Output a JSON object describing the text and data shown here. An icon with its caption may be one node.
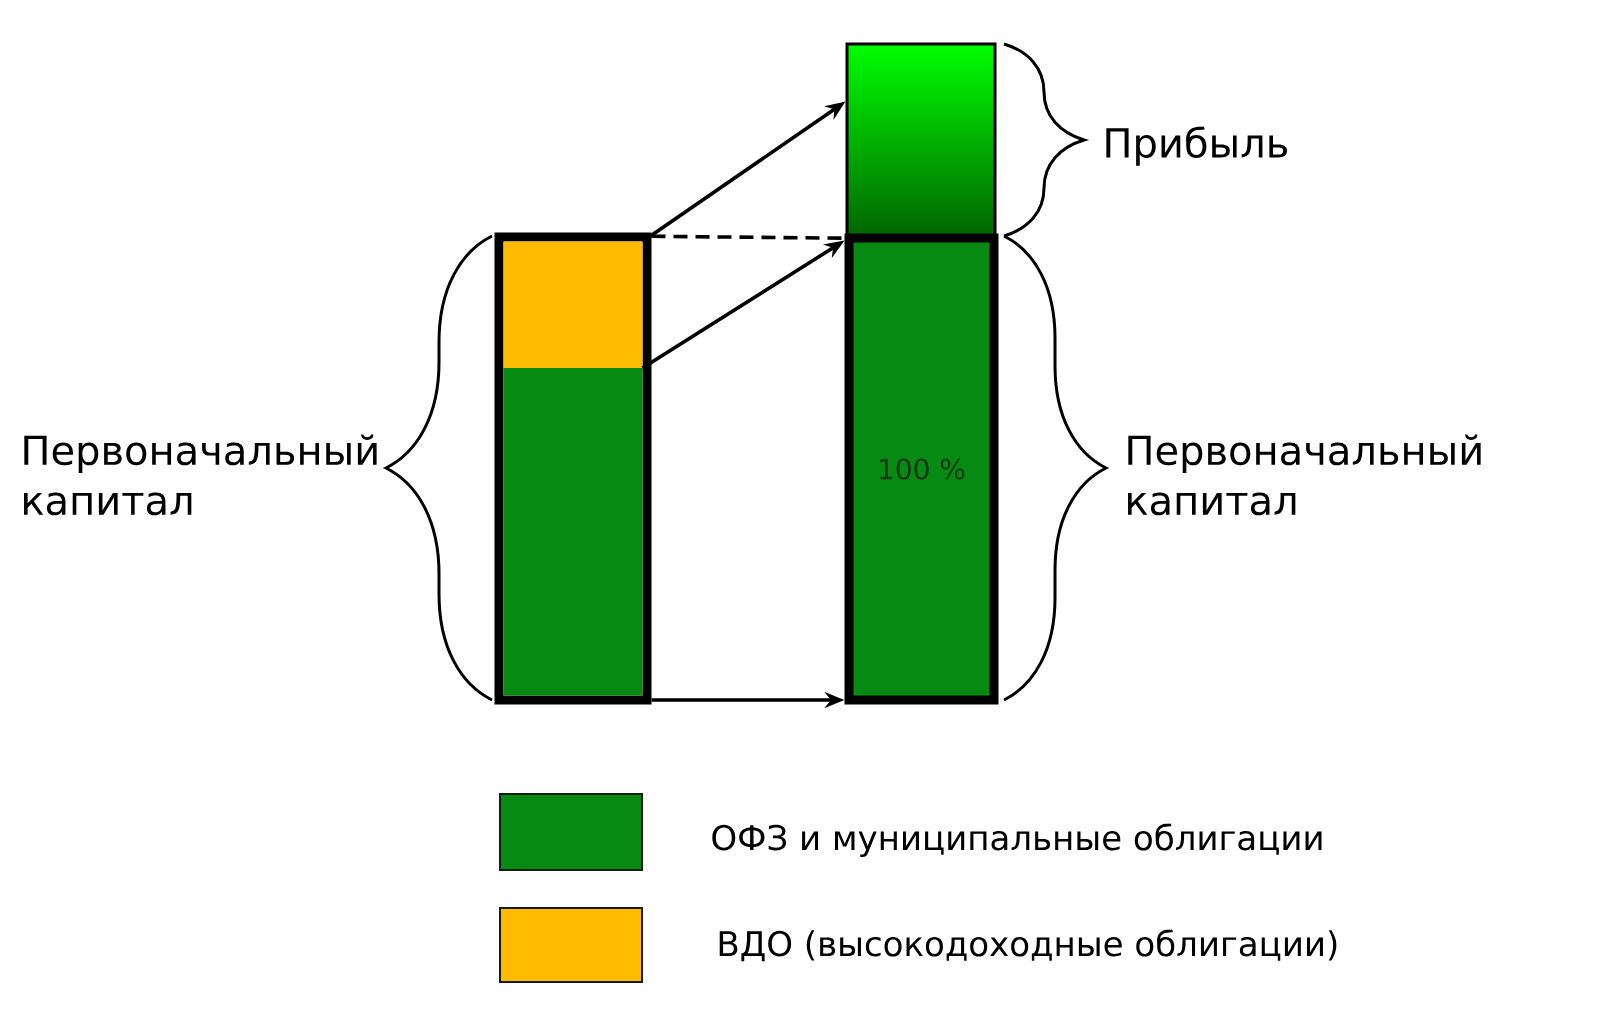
{
  "diagram": {
    "nodes": [
      {
        "text": [],
        "shape": "bar",
        "beside": [
          "Первоначальный капитал"
        ]
      },
      {
        "text": [],
        "shape": "bar",
        "in": 0
      },
      {
        "text": [],
        "shape": "bar",
        "in": 0
      },
      {
        "text": [],
        "shape": "bar",
        "beside": [
          "Прибыль"
        ]
      },
      {
        "text": [
          "100 %"
        ],
        "beside": [
          "Первоначальный капитал"
        ]
      }
    ],
    "edges": [
      {
        "from": 1,
        "to": 3,
        "arrow": "to"
      },
      {
        "from": 0,
        "to": 4,
        "arrow": "none",
        "style": "dashed"
      },
      {
        "from": 1,
        "to": 4,
        "arrow": "to"
      },
      {
        "from": 0,
        "to": 4,
        "arrow": "to"
      }
    ],
    "legend": [
      {
        "text": "ОФЗ и муниципальные облигации",
        "color": "#078a12"
      },
      {
        "text": "ВДО (высокодоходные облигации)",
        "color": "#ffbb00"
      }
    ]
  }
}
